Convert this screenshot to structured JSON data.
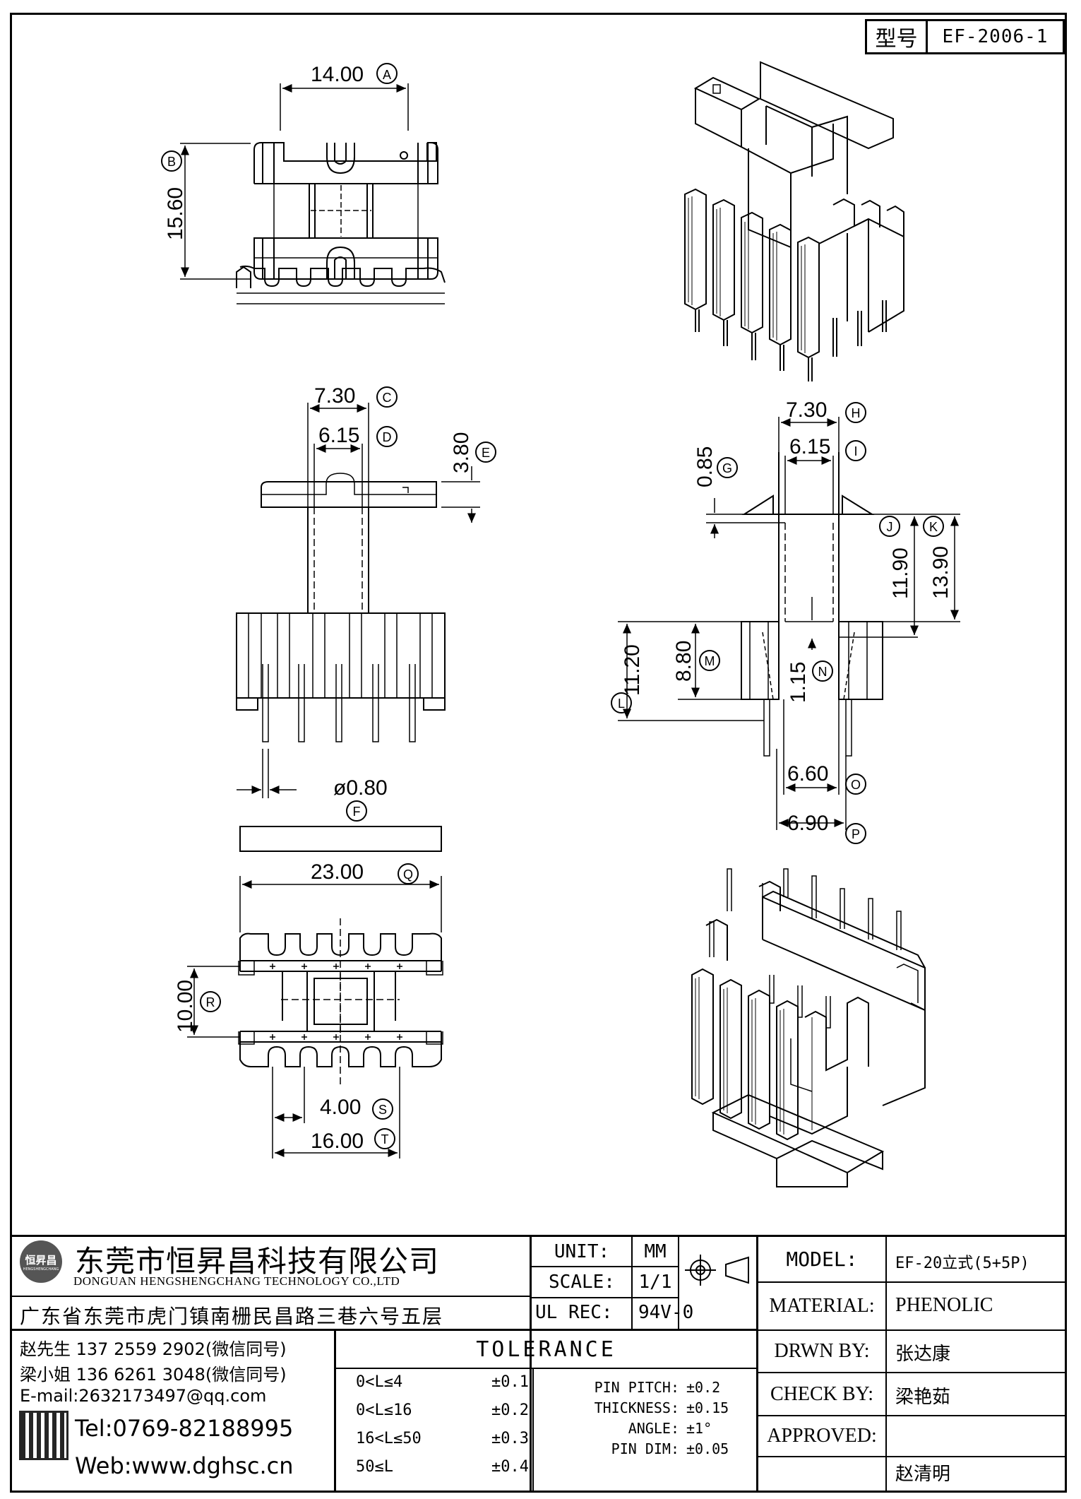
{
  "header": {
    "label": "型号",
    "value": "EF-2006-1"
  },
  "views": {
    "top": {
      "dim_a": "14.00",
      "tag_a": "A",
      "dim_b": "15.60",
      "tag_b": "B"
    },
    "front": {
      "dim_c": "7.30",
      "tag_c": "C",
      "dim_d": "6.15",
      "tag_d": "D",
      "dim_e": "3.80",
      "tag_e": "E",
      "dim_f": "ø0.80",
      "tag_f": "F"
    },
    "side": {
      "dim_h": "7.30",
      "tag_h": "H",
      "dim_i": "6.15",
      "tag_i": "I",
      "dim_g": "0.85",
      "tag_g": "G",
      "dim_j": "11.90",
      "tag_j": "J",
      "dim_k": "13.90",
      "tag_k": "K",
      "dim_l": "11.20",
      "tag_l": "L",
      "dim_m": "8.80",
      "tag_m": "M",
      "dim_n": "1.15",
      "tag_n": "N",
      "dim_o": "6.60",
      "tag_o": "O",
      "dim_p": "6.90",
      "tag_p": "P"
    },
    "bottom": {
      "dim_q": "23.00",
      "tag_q": "Q",
      "dim_r": "10.00",
      "tag_r": "R",
      "dim_s": "4.00",
      "tag_s": "S",
      "dim_t": "16.00",
      "tag_t": "T"
    }
  },
  "company": {
    "logo_text": "恒昇昌",
    "logo_subtext": "HENGSHENGCHANG",
    "name_cn": "东莞市恒昇昌科技有限公司",
    "name_en": "DONGUAN HENGSHENGCHANG TECHNOLOGY CO.,LTD",
    "address": "广东省东莞市虎门镇南栅民昌路三巷六号五层",
    "contact_1": "赵先生 137 2559 2902(微信同号)",
    "contact_2": "梁小姐 136 6261 3048(微信同号)",
    "email": "E-mail:2632173497@qq.com",
    "tel": "Tel:0769-82188995",
    "web": "Web:www.dghsc.cn"
  },
  "specs": {
    "unit_label": "UNIT:",
    "unit_value": "MM",
    "scale_label": "SCALE:",
    "scale_value": "1/1",
    "ulrec_label": "UL REC:",
    "ulrec_value": "94V-0"
  },
  "tolerance": {
    "title": "TOLERANCE",
    "rows": [
      {
        "range": "0<L≤4",
        "tol": "±0.1"
      },
      {
        "range": "0<L≤16",
        "tol": "±0.2"
      },
      {
        "range": "16<L≤50",
        "tol": "±0.3"
      },
      {
        "range": "50≤L",
        "tol": "±0.4"
      }
    ],
    "extra": [
      {
        "label": "PIN PITCH:",
        "tol": "±0.2"
      },
      {
        "label": "THICKNESS:",
        "tol": "±0.15"
      },
      {
        "label": "ANGLE:",
        "tol": "±1°"
      },
      {
        "label": "PIN DIM:",
        "tol": "±0.05"
      }
    ]
  },
  "info": {
    "model_label": "MODEL:",
    "model_value": "EF-20立式(5+5P)",
    "material_label": "MATERIAL:",
    "material_value": "PHENOLIC",
    "drawn_label": "DRWN BY:",
    "drawn_value": "张达康",
    "check_label": "CHECK BY:",
    "check_value": "梁艳茹",
    "approved_label": "APPROVED:",
    "approved_value": "赵清明"
  }
}
